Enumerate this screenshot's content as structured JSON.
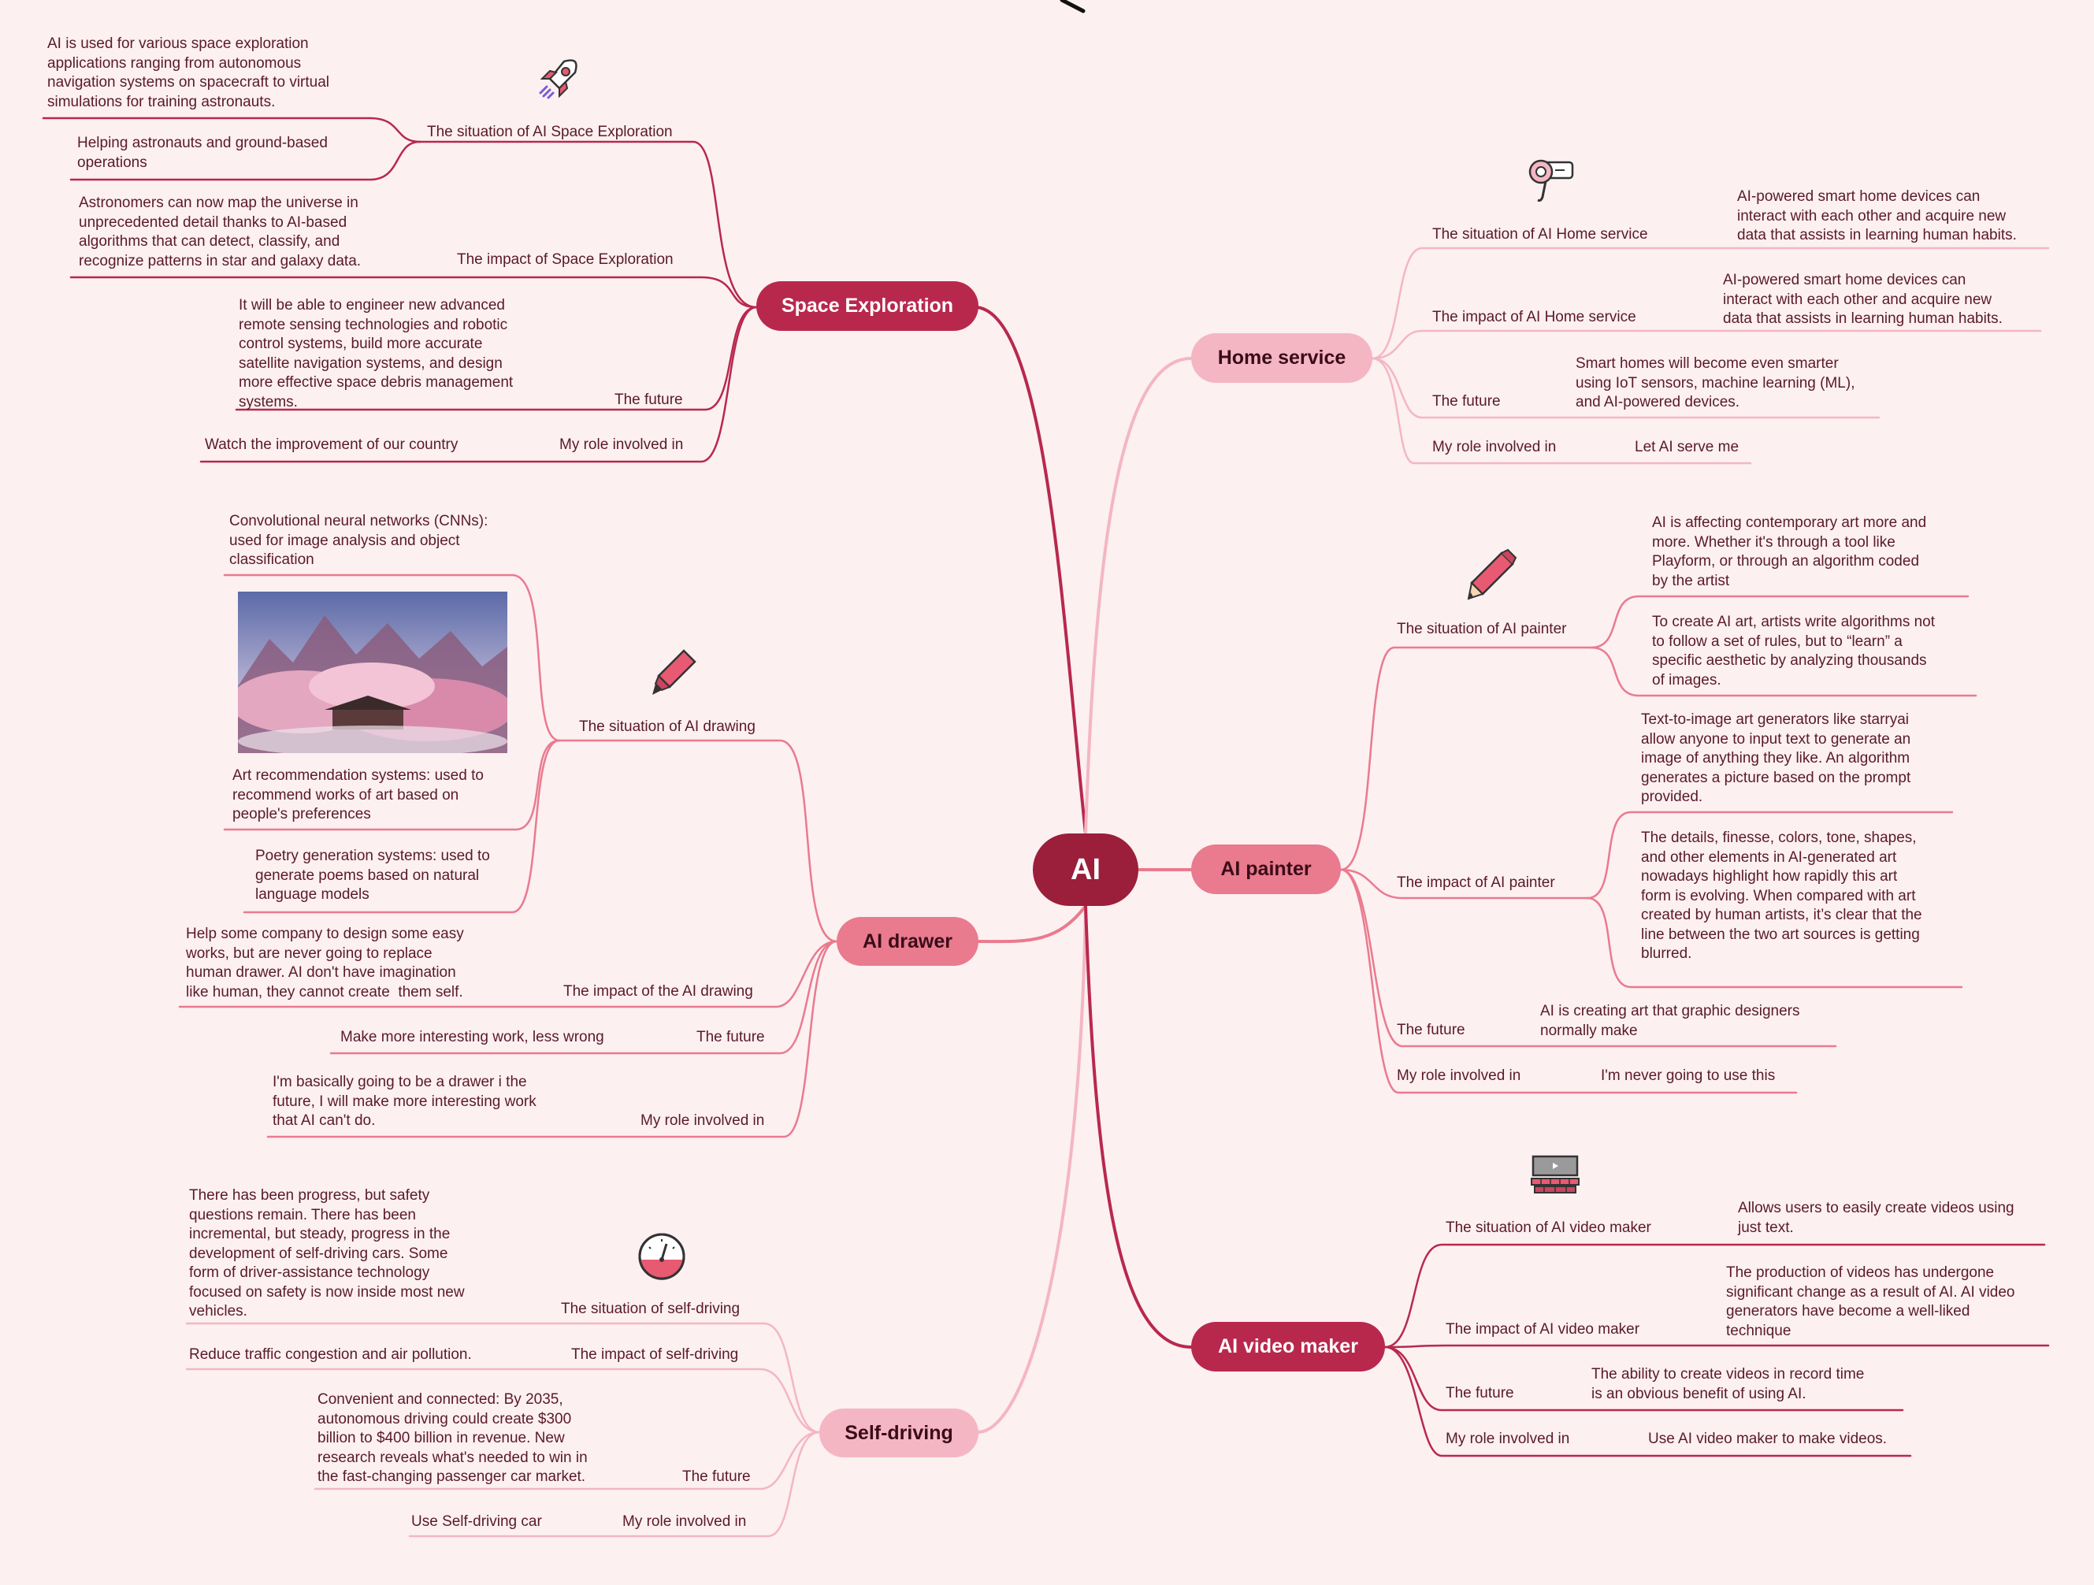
{
  "root": {
    "label": "AI"
  },
  "colors": {
    "background": "#fcf0f1",
    "root": "#9b1e3a",
    "dark": "#b8284d",
    "mid": "#ea7a8e",
    "light": "#f4b6c2",
    "text": "#5a1a28"
  },
  "branches": {
    "space": {
      "title": "Space Exploration",
      "situation_label": "The situation of AI Space Exploration",
      "situation_text1": "AI is used for various space exploration\napplications ranging from autonomous\nnavigation systems on spacecraft to virtual\nsimulations for training astronauts.",
      "situation_text2": "Helping astronauts and ground-based\noperations",
      "impact_label": "The impact of Space Exploration",
      "impact_text": "Astronomers can now map the universe in\nunprecedented detail thanks to AI-based\nalgorithms that can detect, classify, and\nrecognize patterns in star and galaxy data.",
      "future_label": "The future",
      "future_text": "It will be able to engineer new advanced\nremote sensing technologies and robotic\ncontrol systems, build more accurate\nsatellite navigation systems, and design\nmore effective space debris management\nsystems.",
      "role_label": "My role involved in",
      "role_text": "Watch the improvement of our country",
      "icon": "rocket-icon"
    },
    "drawer": {
      "title": "AI drawer",
      "situation_label": "The situation of AI drawing",
      "cnn_text": "Convolutional neural networks (CNNs):\nused for image analysis and object\nclassification",
      "recommend_text": "Art recommendation systems: used to\nrecommend works of art based on\npeople's preferences",
      "poetry_text": "Poetry generation systems: used to\ngenerate poems based on natural\nlanguage models",
      "impact_label": "The impact of the AI drawing",
      "impact_text": "Help some company to design some easy\nworks, but are never going to replace\nhuman drawer. AI don't have imagination\nlike human, they cannot create  them self.",
      "future_label": "The future",
      "future_text": "Make more interesting work, less wrong",
      "role_label": "My role involved in",
      "role_text": "I'm basically going to be a drawer i the\nfuture, I will make more interesting work\nthat AI can't do.",
      "icon": "marker-icon",
      "image": "pink-blossom-painting"
    },
    "selfdriving": {
      "title": "Self-driving",
      "situation_label": "The situation of self-driving",
      "situation_text": "There has been progress, but safety\nquestions remain. There has been\nincremental, but steady, progress in the\ndevelopment of self-driving cars. Some\nform of driver-assistance technology\nfocused on safety is now inside most new\nvehicles.",
      "impact_label": "The impact of self-driving",
      "impact_text": "Reduce traffic congestion and air pollution.",
      "future_label": "The future",
      "future_text": "Convenient and connected: By 2035,\nautonomous driving could create $300\nbillion to $400 billion in revenue. New\nresearch reveals what's needed to win in\nthe fast-changing passenger car market.",
      "role_label": "My role involved in",
      "role_text": "Use Self-driving car",
      "icon": "speedometer-icon"
    },
    "home": {
      "title": "Home service",
      "situation_label": "The situation of AI Home service",
      "situation_text": "AI-powered smart home devices can\ninteract with each other and acquire new\ndata that assists in learning human habits.",
      "impact_label": "The impact of AI Home service",
      "impact_text": "AI-powered smart home devices can\ninteract with each other and acquire new\ndata that assists in learning human habits.",
      "future_label": "The future",
      "future_text": "Smart homes will become even smarter\nusing IoT sensors, machine learning (ML),\nand AI-powered devices.",
      "role_label": "My role involved in",
      "role_text": "Let AI serve me",
      "icon": "hair-dryer-icon"
    },
    "painter": {
      "title": "AI painter",
      "situation_label": "The situation of AI painter",
      "situation_text1": "AI is affecting contemporary art more and\nmore. Whether it's through a tool like\nPlayform, or through an algorithm coded\nby the artist",
      "situation_text2": "To create AI art, artists write algorithms not\nto follow a set of rules, but to “learn” a\nspecific aesthetic by analyzing thousands\nof images.",
      "impact_label": "The impact of AI painter",
      "impact_text1": "Text-to-image art generators like starryai\nallow anyone to input text to generate an\nimage of anything they like. An algorithm\ngenerates a picture based on the prompt\nprovided.",
      "impact_text2": "The details, finesse, colors, tone, shapes,\nand other elements in AI-generated art\nnowadays highlight how rapidly this art\nform is evolving. When compared with art\ncreated by human artists, it’s clear that the\nline between the two art sources is getting\nblurred.",
      "future_label": "The future",
      "future_text": "AI is creating art that graphic designers\nnormally make",
      "role_label": "My role involved in",
      "role_text": "I'm never going to use this",
      "icon": "pencil-icon"
    },
    "video": {
      "title": "AI video maker",
      "situation_label": "The situation of AI video maker",
      "situation_text": "Allows users to easily create videos using\njust text.",
      "impact_label": "The impact of AI video maker",
      "impact_text": "The production of videos has undergone\nsignificant change as a result of AI. AI video\ngenerators have become a well-liked\ntechnique",
      "future_label": "The future",
      "future_text": "The ability to create videos in record time\nis an obvious benefit of using AI.",
      "role_label": "My role involved in",
      "role_text": "Use AI video maker to make videos.",
      "icon": "cinema-screen-icon"
    }
  }
}
